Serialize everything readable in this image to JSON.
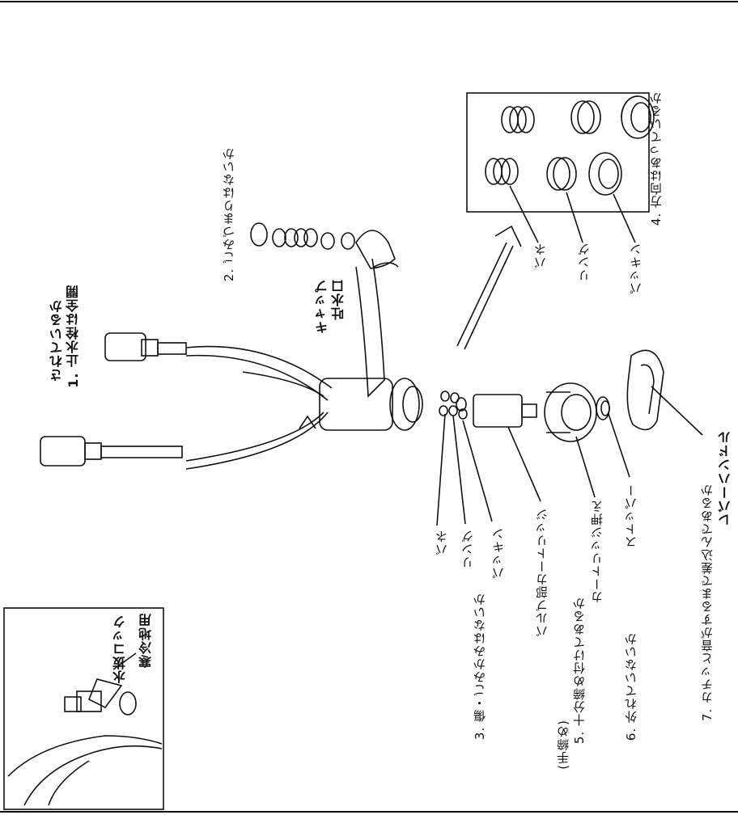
{
  "labels": {
    "lever_handle": "レバーハンドル",
    "check_7": "7. カチッと音がするまで差込んであるか",
    "stopper": "ストッパー",
    "check_6": "6. 外れていないか",
    "cartridge_press": "カートリッジ押え",
    "check_5": "5. 十分締め付けてあるか",
    "check_5_note": "(手締め)",
    "valve_cartridge": "バルブ部カートリッジ",
    "check_3": "3. 傷・ごみかみはないか",
    "packing_lower": "パッキン",
    "ring_lower": "リング",
    "spring_lower": "バネ",
    "check_4": "4. 方向はあっているか",
    "packing_upper": "パッキン",
    "ring_upper": "リング",
    "spring_upper": "バネ",
    "spout_cap_line1": "吐水口",
    "spout_cap_line2": "キャップ",
    "check_2": "2. ごみづまりはないか",
    "check_1_line1": "1. 止水栓は全開",
    "check_1_line2": "されているか",
    "cold_region": "寒冷地用",
    "drain_cock": "水抜コック"
  }
}
